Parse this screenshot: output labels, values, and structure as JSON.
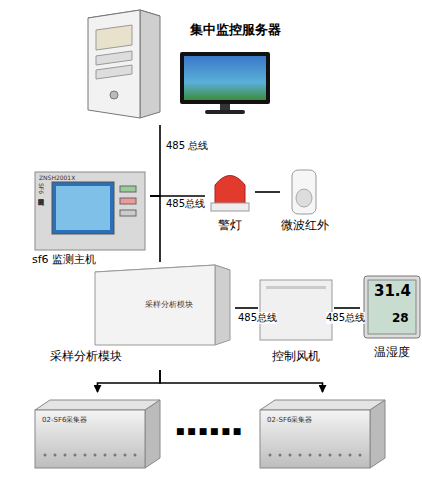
{
  "diagram": {
    "nodes": [
      {
        "text": [
          "集中监控服务器"
        ]
      },
      {
        "text": [
          "ZNSH2001X",
          "SF6泄漏监控报警系统",
          "sf6 监测主机"
        ]
      },
      {
        "text": [
          "警灯"
        ]
      },
      {
        "text": [
          "微波红外"
        ]
      },
      {
        "text": [
          "采样分析模块",
          "采样分析模块"
        ]
      },
      {
        "text": [
          "控制风机"
        ]
      },
      {
        "text": [
          "温湿度"
        ]
      },
      {
        "text": [
          "02-SF6采集器"
        ]
      },
      {
        "text": [
          "02-SF6采集器"
        ]
      }
    ],
    "edges": [
      {
        "from": 0,
        "to": 1,
        "arrow": "none",
        "label": "485 总线"
      },
      {
        "from": 1,
        "to": 2,
        "arrow": "none",
        "label": "485总线"
      },
      {
        "from": 2,
        "to": 3,
        "arrow": "none"
      },
      {
        "from": 1,
        "to": 4,
        "arrow": "none"
      },
      {
        "from": 4,
        "to": 5,
        "arrow": "none",
        "label": "485总线"
      },
      {
        "from": 5,
        "to": 6,
        "arrow": "none",
        "label": "485总线"
      },
      {
        "from": 4,
        "to": 7,
        "arrow": "to"
      },
      {
        "from": 4,
        "to": 8,
        "arrow": "to"
      }
    ],
    "labels": [
      "31.4",
      "28",
      "■ ■ ■ ■ ■ ■"
    ]
  }
}
